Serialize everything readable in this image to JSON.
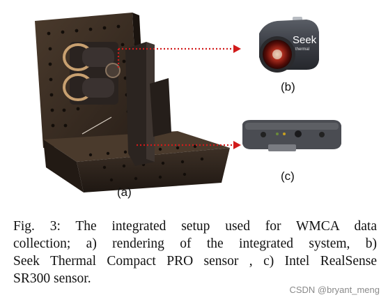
{
  "figure": {
    "label_a": "(a)",
    "label_b": "(b)",
    "label_c": "(c)",
    "seek_logo_line1": "Seek",
    "seek_logo_line2": "thermal",
    "arrow_color": "#d11b1b"
  },
  "caption": {
    "line1": "Fig. 3: The integrated setup used for WMCA data",
    "line2": "collection; a) rendering of the integrated system, b)",
    "line3": "Seek Thermal Compact PRO sensor , c) Intel RealSense",
    "line4": "SR300 sensor."
  },
  "watermark": "CSDN @bryant_meng"
}
